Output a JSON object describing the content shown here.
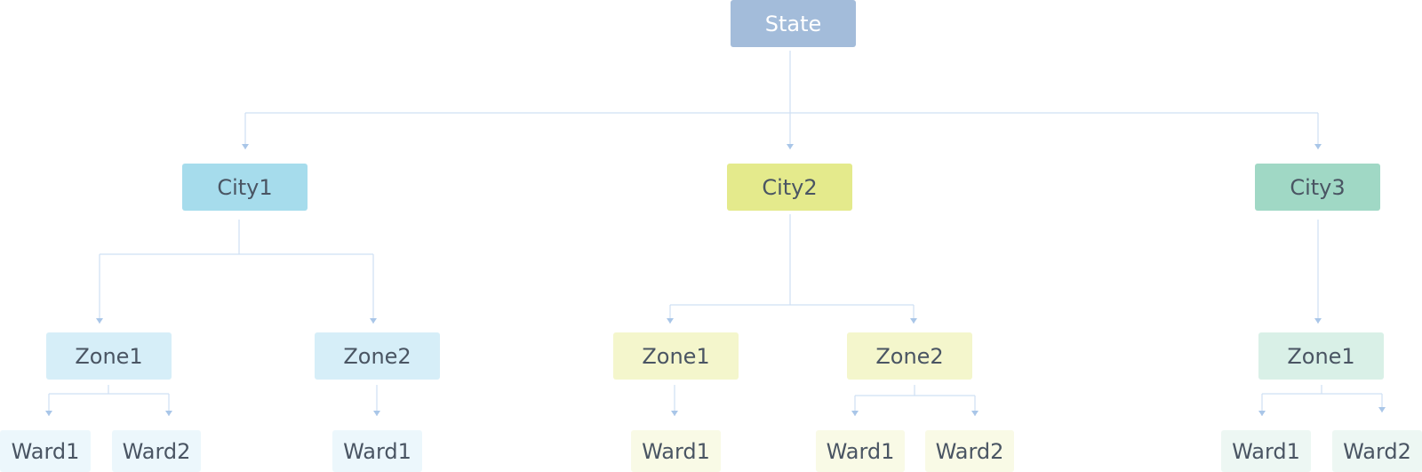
{
  "diagram": {
    "root": {
      "label": "State"
    },
    "cities": [
      {
        "label": "City1",
        "zones": [
          {
            "label": "Zone1",
            "wards": [
              "Ward1",
              "Ward2"
            ]
          },
          {
            "label": "Zone2",
            "wards": [
              "Ward1"
            ]
          }
        ]
      },
      {
        "label": "City2",
        "zones": [
          {
            "label": "Zone1",
            "wards": [
              "Ward1"
            ]
          },
          {
            "label": "Zone2",
            "wards": [
              "Ward1",
              "Ward2"
            ]
          }
        ]
      },
      {
        "label": "City3",
        "zones": [
          {
            "label": "Zone1",
            "wards": [
              "Ward1",
              "Ward2"
            ]
          }
        ]
      }
    ],
    "colors": {
      "connector": "#b9d3ee",
      "state": "#a3bcda",
      "city1": "#a6dcec",
      "city2": "#e4ea8c",
      "city3": "#a0d8c5",
      "text": "#4a5563"
    }
  }
}
